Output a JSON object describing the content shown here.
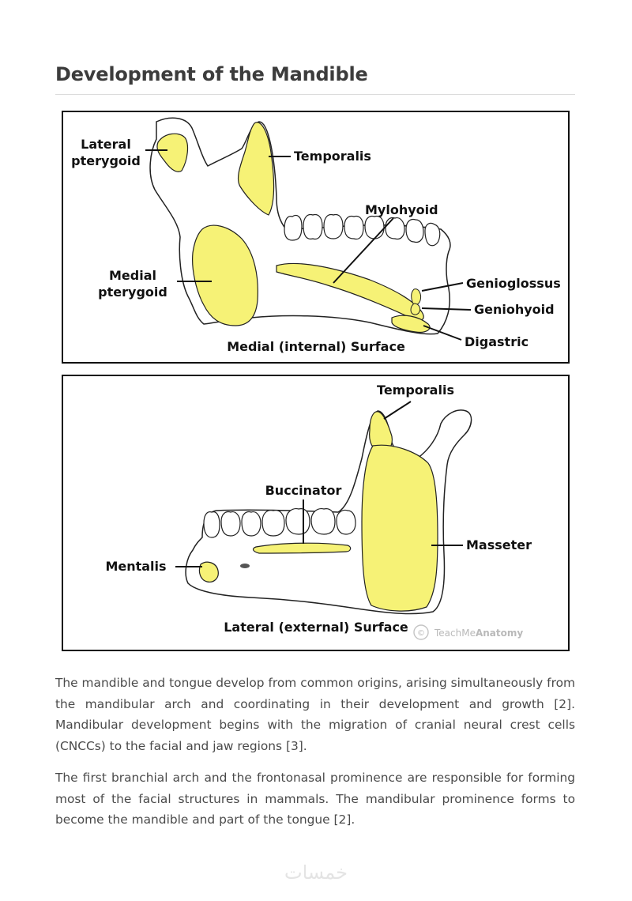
{
  "page": {
    "title": "Development of the Mandible"
  },
  "figure": {
    "medial_panel": {
      "caption": "Medial (internal) Surface",
      "labels": {
        "lateral_pterygoid_line1": "Lateral",
        "lateral_pterygoid_line2": "pterygoid",
        "temporalis": "Temporalis",
        "mylohyoid": "Mylohyoid",
        "medial_pterygoid_line1": "Medial",
        "medial_pterygoid_line2": "pterygoid",
        "genioglossus": "Genioglossus",
        "geniohyoid": "Geniohyoid",
        "digastric": "Digastric"
      }
    },
    "lateral_panel": {
      "caption": "Lateral (external) Surface",
      "labels": {
        "temporalis": "Temporalis",
        "buccinator": "Buccinator",
        "masseter": "Masseter",
        "mentalis": "Mentalis"
      },
      "watermark_plain": "TeachMe",
      "watermark_bold": "Anatomy"
    },
    "colors": {
      "muscle": "#f6f276",
      "bone": "#ffffff",
      "line": "#111111"
    }
  },
  "paragraphs": [
    "The mandible and tongue develop from common origins, arising simultaneously from the mandibular arch and coordinating in their development and growth [2]. Mandibular development begins with the migration of cranial neural crest cells (CNCCs) to the facial and jaw regions [3].",
    "The first branchial arch and the frontonasal prominence are responsible for forming most of the facial structures in mammals. The mandibular prominence forms to become the mandible and part of the tongue [2]."
  ],
  "footer": {
    "watermark": "خمسات"
  }
}
